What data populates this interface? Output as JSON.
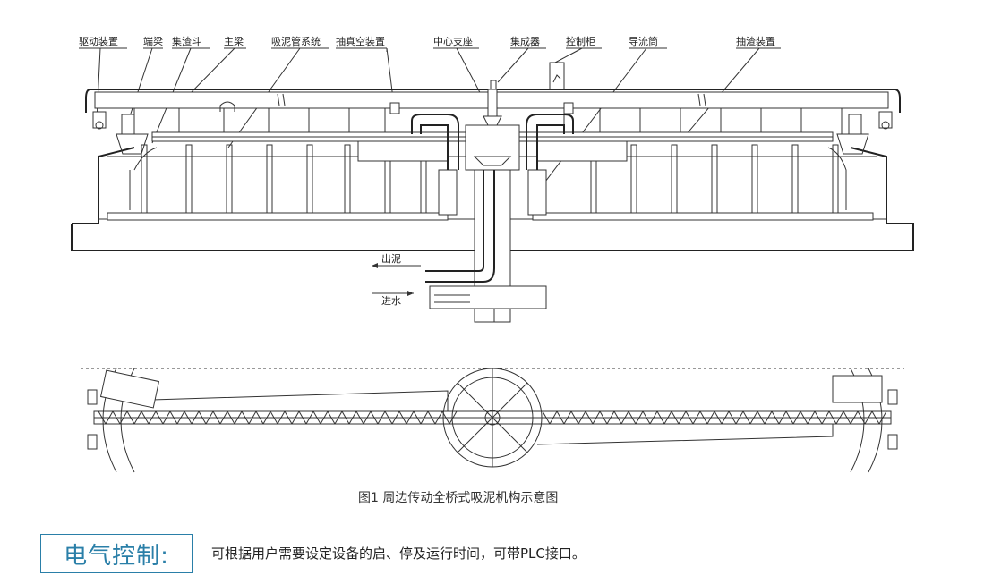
{
  "labels": {
    "drive_device": "驱动装置",
    "end_beam": "端梁",
    "scum_hopper": "集渣斗",
    "main_beam": "主梁",
    "suction_pipe_system": "吸泥管系统",
    "vacuum_device": "抽真空装置",
    "center_support": "中心支座",
    "collector": "集成器",
    "control_cabinet": "控制柜",
    "guide_cylinder": "导流筒",
    "scum_extraction": "抽渣装置",
    "sludge_out": "出泥",
    "water_in": "进水"
  },
  "caption": "图1    周边传动全桥式吸泥机构示意图",
  "control": {
    "title": "电气控制:",
    "description": "可根据用户需要设定设备的启、停及运行时间，可带PLC接口。"
  },
  "colors": {
    "accent": "#2a7fa8",
    "line": "#333333"
  }
}
